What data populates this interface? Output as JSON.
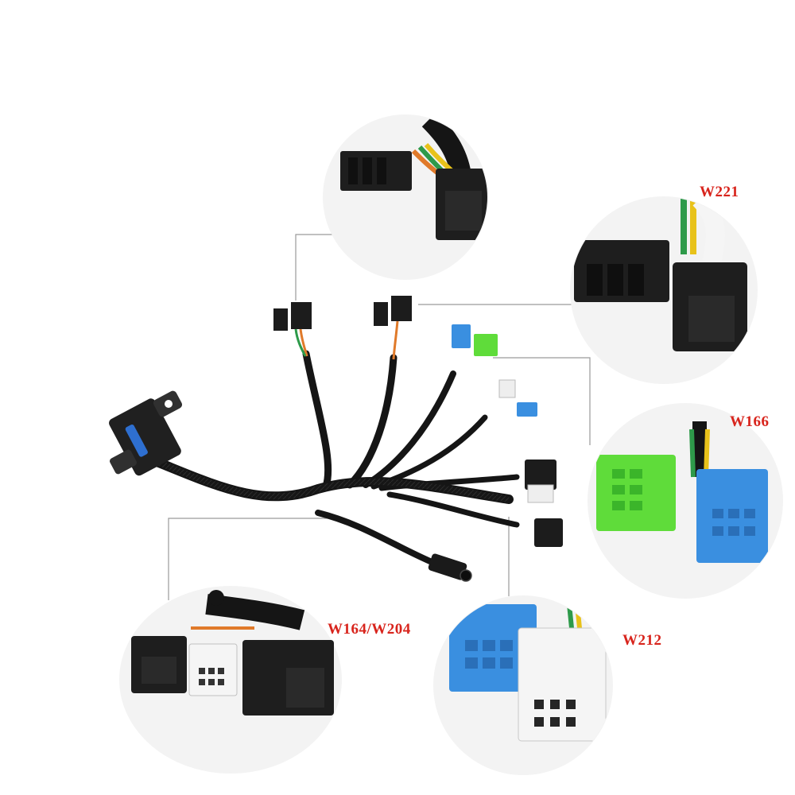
{
  "labels": {
    "w221": "W221",
    "w166": "W166",
    "w164_w204": "W164/W204",
    "w212": "W212"
  },
  "colors": {
    "label_red": "#d8241c",
    "cable_black": "#151515",
    "connector_blue": "#3a8fe0",
    "connector_green": "#5fdc3a",
    "connector_white": "#f2f2f2",
    "leader_line": "#9a9a9a",
    "wire_orange": "#e07a2a",
    "wire_green": "#2e9a4a",
    "wire_yellow": "#e8c21a"
  },
  "icons": {
    "obd_connector": "obd-connector-icon",
    "dc_jack": "dc-jack-icon"
  }
}
